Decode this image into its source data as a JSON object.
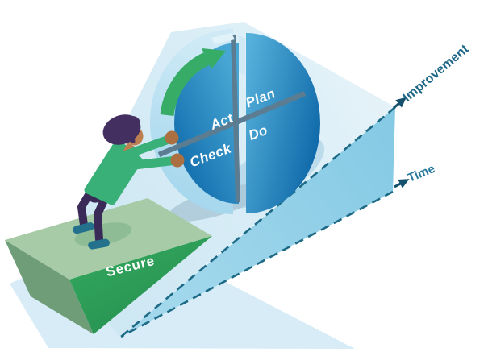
{
  "illustration": {
    "description": "PDCA continuous improvement cycle pushed up a slope",
    "wheel": {
      "quadrants": [
        {
          "label": "Act"
        },
        {
          "label": "Plan"
        },
        {
          "label": "Check"
        },
        {
          "label": "Do"
        }
      ]
    },
    "wedge": {
      "label": "Secure"
    },
    "axes": {
      "improvement_label": "Improvement",
      "time_label": "Time"
    },
    "colors": {
      "wheel_blue_dark": "#0c66a7",
      "wheel_blue_light": "#55b0da",
      "wheel_rim_light_blue": "#b9dff0",
      "divider_gray": "#5b7c91",
      "rotation_arrow_green": "#36ac67",
      "ramp_top_light": "#dceef7",
      "ramp_side_blue": "#8bcde6",
      "dashed_line_teal": "#1d6a86",
      "axis_text_teal": "#1e6787",
      "wedge_front_green": "#2fa65a",
      "wedge_top_green": "#a6cba6",
      "wedge_side_green": "#6f9d78",
      "skin": "#bd7f50",
      "sweater_green": "#38b077",
      "pants_purple": "#3a2a57",
      "hair_purple": "#433060",
      "shoes_teal": "#23718d"
    }
  }
}
